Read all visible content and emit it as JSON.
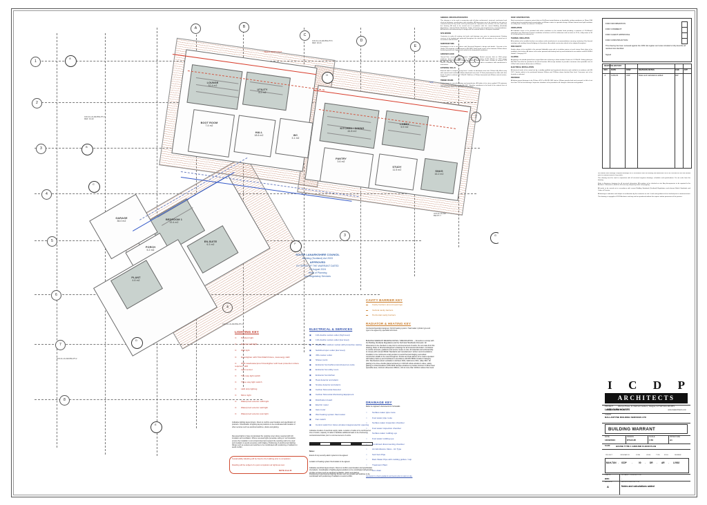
{
  "sheet": {
    "drawing_type": "architectural-ground-floor-plan",
    "paper_size": "A1"
  },
  "status_box": {
    "options": [
      "FOR INFORMATION",
      "FOR COMMENT",
      "FOR CLIENT APPROVAL",
      "FOR CONSTRUCTION"
    ],
    "cdm_note": "This drawing has been reviewed against the CDM risk register and notes included to fully describe all residual risks identified.",
    "signed_label": "Signed"
  },
  "revision_history": {
    "title": "REVISION HISTORY",
    "columns": [
      "REV",
      "DATE",
      "DRW",
      "REVISION NOTES",
      "CHK",
      "APP"
    ],
    "rows": [
      {
        "rev": "A",
        "date": "11/01/24",
        "drw": "CDP",
        "notes": "Notes and calculations added",
        "chk": "IDP",
        "app": ""
      }
    ]
  },
  "approval_stamp": {
    "line1": "SOUTH LANARKSHIRE COUNCIL",
    "line2": "Building (Scotland) Act 2003",
    "line3": "APPROVED",
    "line4": "IN TERMS OF THE WARRANT DATED",
    "line5": "13 August 2024",
    "line6": "Head of Planning",
    "line7": "and Regulatory Services"
  },
  "lighting_key": {
    "title": "LIGHTING KEY",
    "items": [
      "Pendant light",
      "Exterior wall light",
      "Wall light",
      "Downlighter with HALOGEN fixture, lowenergy LED",
      "IP65 rated/waterproof Downlighter with heat protection where required, LED",
      "Light sensor",
      "Two way light switch",
      "Three way light switch",
      "LED strip lighting",
      "Mirror light",
      "Waterproof exterior soffit light",
      "Waterproof exterior wall light",
      "Waterproof exterior post light"
    ],
    "note": "Indicative lighting layout shown. Client to confirm exact location and specification of products. Coordination of lighting layout positions to be coordinated with location of other services such as electrical switches, drains and glazing.",
    "note2": "Recessed lights to have incorporated fire resisting cover where required with loft insulation and ventilation. Where recessed lights penetrate ceiling or roof insulation, ensure the insulation is not compromised and support the resulting void to be used and insulation to avoid excessive cold bridging. Positioning of electrical and lighting fittings such as sockets and switches to be coordinated with positioning of radiators to avoid conflict."
  },
  "electrical_key": {
    "title": "ELECTRICAL & SERVICES",
    "items": [
      "13A double socket outlet (high level)",
      "13A double socket outlet (low level)",
      "Waterproof outdoor socket with protective casing",
      "Switched spur outlet (low level)",
      "45A cooker outlet",
      "Shaver point",
      "Extractor fan bathroom/enclosed en-suite",
      "Extractor fan utility room",
      "Extractor fan kitchen",
      "Heat detector and alarm",
      "Smoke detector and alarm",
      "Carbon Monoxide Detector",
      "Carbon Monoxide Monitoring Equipment",
      "Distribution board",
      "Electric meter",
      "Gas meter",
      "Wet heating system thermostat",
      "Fan switch",
      "Control switch for Velux window integral electric opening"
    ],
    "note": "Indicative location of electrical supply cable. Location of cable to be confirmed at time of works, capacity of cable to facilitate additional loads to be checked by contractor/electrician prior to commencement of works.",
    "note_heading": "Notes:",
    "note_list": [
      "Extent of any security alarm systems to be agreed.",
      "Location of heating system thermostats to be agreed.",
      "Indicative electrical layout shown. Client to confirm exact location and specification of products. Coordination of lighting layout positions to be coordinated with location of other services such as electrical ventilation, drains and glazing.",
      "Positioning of electrical and lighting fixtures such as sockets and switches to be coordinated with positioning of radiators to avoid conflict."
    ]
  },
  "cavity_barrier_key": {
    "title": "CAVITY BARRIER KEY",
    "items": [
      "Cavity barriers around openings",
      "Vertical cavity barriers",
      "Horizontal cavity barriers"
    ]
  },
  "radiator_key": {
    "title": "RADIATOR & HEATING KEY",
    "note": "Contractor/specialist designed, hybrid heating system. Heat loader cylinder type and type to be agreed by specialist and client."
  },
  "drainage_key": {
    "title": "DRAINAGE KEY",
    "subtitle": "Refer to engineer's documents for full details",
    "items": [
      "Surface water pipe route",
      "Foul water pipe route",
      "Surface water inspection chamber",
      "Foul water inspection chamber",
      "Surface water rodding eye",
      "Foul water rodding eye",
      "Combined disconnecting chamber",
      "Air Admittance Valve - A1 Type",
      "Soil Vent Pipe",
      "Rain Water Pipe with rodding gullies / rwp",
      "Treatment Plant",
      "Aco drain"
    ],
    "footer": "Contractor to check gradients and levels prior to start on site."
  },
  "sustainability_notes": {
    "line1": "Sustainability labelling will be fixed to the building prior to completion.",
    "line2": "Dwelling will be subject of a post completion air tightness test.",
    "ref": "NOTE 34 & 35"
  },
  "right_notes_col1": {
    "blocks": [
      {
        "heading": "GENERAL SPECIFICATION NOTES",
        "body": "This drawing is to be read in conjunction with all other architectural, structural, mechanical and electrical drawings, specifications and schedules. All dimensions are to be checked on site prior to commencement of any works and any discrepancies reported to the architect. Do not scale from this drawing. All work to be carried out in accordance with the current Building (Scotland) Regulations, relevant British Standards, Codes of Practice and manufacturers' recommendations. All materials and workmanship to comply with the relevant British or European Standard."
      },
      {
        "heading": "SITE WORKS",
        "body": "Contractor to verify all existing site levels and drainage runs prior to commencement. Existing services to be located and protected throughout the works. All excavations to be carried out in accordance with BS 6031."
      },
      {
        "heading": "SUBSTRUCTURE",
        "body": "Foundations to be in accordance with Structural Engineer's design and details. Concrete to be Grade C35 minimum, reinforcement to BS 4449. Damp proof course to be minimum 150mm above finished ground level, lapped and sealed to the damp proof membrane."
      },
      {
        "heading": "GROUND FLOOR",
        "body": "Ground floor construction to comprise 100mm power floated concrete slab on 1200 gauge polythene damp proof membrane on 150mm rigid insulation (0.022 W/mK) on 1200 gauge separating layer on 150mm compacted hardcore blinded with sand. U-value to achieve 0.15 W/m2K. Underfloor heating pipework to specialist design, laid in accordance with manufacturer's instructions."
      },
      {
        "heading": "EXTERNAL WALLS",
        "body": "External walls to comprise facing brick / render on blockwork outer leaf, 150mm fully filled cavity with mineral wool insulation, 140mm blockwork inner leaf, 12.5mm plasterboard on dabs with skim finish. U-value to achieve 0.17 W/m2K. Wall ties at 750mm horizontal and 450mm vertical centres, staggered."
      },
      {
        "heading": "TIMBER FRAME",
        "body": "Timber frame to specialist design and manufacture. All timber to be stress graded C16 minimum and treated in accordance with BS 8417. Breather membrane to be fixed to the external face of sheathing with 50mm laps, sealed at all junctions."
      }
    ]
  },
  "right_notes_col2": {
    "blocks": [
      {
        "heading": "ROOF CONSTRUCTION",
        "body": "Roof construction to comprise natural slate on 50x25mm treated battens on breathable sarking membrane on 18mm OSB sarking board on prefabricated trussed rafters at 600mm centres to specialist design. 400mm mineral wool quilt insulation at ceiling level. U-value to achieve 0.11 W/m2K."
      },
      {
        "heading": "VENTILATION",
        "body": "All habitable rooms to be provided with trickle ventilators to the window head providing a minimum of 12,000mm2 equivalent area. Mechanical extract ventilation to kitchens at 60 l/s, bathrooms and en-suites at 15 l/s, utility rooms at 30 l/s, all ducted direct to external air."
      },
      {
        "heading": "THERMAL INSULATION",
        "body": "All insulation to be installed strictly in accordance with manufacturer's recommendations ensuring continuity of the thermal envelope and avoiding thermal bridging at all junctions. Accredited construction details to be adopted throughout."
      },
      {
        "heading": "FIRE SAFETY",
        "body": "Smoke alarms to be installed in the principal habitable room and in circulation spaces at each storey. Heat alarm to be installed in the kitchen. All alarms to be mains powered with battery back-up and interlinked in accordance with BS 5839-6 Grade D Category LD2."
      },
      {
        "heading": "GLAZING",
        "body": "All glazing to be double glazed low-e argon filled units achieving a whole window U-value of 1.4 W/m2K. Safety glazing to BS 6206 Class A to be provided in all critical locations. All escape windows to provide a minimum clear openable area of 0.33m2 with minimum dimensions of 450mm."
      },
      {
        "heading": "ELECTRICAL INSTALLATION",
        "body": "All electrical works to be carried out by a suitably qualified and registered electrician and certified in accordance with BS 7671. Socket outlets to be positioned between 400mm and 1200mm above finished floor level. Consumer unit to be located as indicated."
      },
      {
        "heading": "DRAINAGE",
        "body": "All below ground drainage to be 110mm uPVC to BS EN 1401 laid on 100mm granular bed and surround, to falls of not less than 1:40 for foul drainage. Inspection chambers to be provided at all changes of direction and gradient."
      }
    ]
  },
  "right_notes_col3": {
    "intro": "Notes",
    "blocks": [
      {
        "heading": "",
        "body": "No minimal item drainage. Required drainage run in accordance with the drawing. All dimensions are to be checked on site and verified prior to commencement of any works."
      },
      {
        "heading": "",
        "body": "This drawing must be read in conjunction with all structural engineer drawings, schedules and specifications. Do not scale from this drawing."
      },
      {
        "heading": "",
        "body": "Refer to Engineers drawings for all structural information. All numbers to be checked on site. Any discrepancies to be reported to the Architect. Contractor to allow for all necessary temporary works and propping."
      },
      {
        "heading": "",
        "body": "All works to be carried out in accordance with current Building Standards (Scotland) Regulations and relevant British Standards and Codes of Practice."
      },
      {
        "heading": "",
        "body": "All drainage is indicative and subject to confirmation by the contractor on site. Levels and gradients to be checked prior to commencement."
      },
      {
        "heading": "",
        "body": "This drawing is copyright of ICDP Architects and may not be reproduced without the express written permission of the practice."
      }
    ]
  },
  "title_block": {
    "practice": {
      "letters": [
        "I",
        "C",
        "D",
        "P"
      ],
      "bar": "ARCHITECTS",
      "address": "Wemyss House, 11 Clairmont Gardens, Glasgow, G3 7LW",
      "phone": "0141 248 2874",
      "email": "info@icdparchitects.com",
      "web": "www.icdparchitects.com"
    },
    "project_label": "PROJECT",
    "project_value": "LAIRD FARM HOUSES",
    "client_label": "CLIENT",
    "client_value": "BALLANTYNE BUILDING SERVICES LTD",
    "warrant": "BUILDING WARRANT",
    "date_label": "DATE",
    "date_value": "13/02/2024",
    "drawn_label": "DRAWN",
    "drawn_value": "DTA/CJR",
    "scale_label": "SCALE",
    "scale_value": "1:50",
    "paper_label": "PAPER SIZE",
    "paper_value": "A1",
    "name_label": "NAME",
    "name_value": "HOUSE TYPE 1 GROUND FLOOR PLAN",
    "code_headers": [
      "PROJECT",
      "ORIGINATOR",
      "ZONE",
      "LEVEL",
      "TYPE",
      "ROLE",
      "NUMBER"
    ],
    "code_values": [
      "BAH-TUN",
      "ICDP",
      "-",
      "00",
      "-",
      "DR",
      "-",
      "AR",
      "-",
      "LV002"
    ],
    "status_label": "STATUS",
    "status_value": "BW1",
    "suitability_label": "SUITABILITY DESCRIPTION",
    "suitability_value": "-",
    "revision_label": "REVISION",
    "revision_value": "A",
    "revision_desc_label": "REVISION DESCRIPTION",
    "revision_desc_value": "Notes and calculations added"
  },
  "grid_refs_top": [
    "A",
    "B",
    "C",
    "D",
    "E",
    "F"
  ],
  "grid_refs_left": [
    "1",
    "2",
    "3",
    "4",
    "5",
    "6",
    "7",
    "8"
  ],
  "room_labels": [
    {
      "name": "LOUNGE",
      "area": "32.4 m2"
    },
    {
      "name": "KITCHEN / DINING",
      "area": "44.8 m2"
    },
    {
      "name": "UTILITY",
      "area": "8.2 m2"
    },
    {
      "name": "HALL",
      "area": "18.6 m2"
    },
    {
      "name": "WC",
      "area": "3.1 m2"
    },
    {
      "name": "STUDY",
      "area": "11.5 m2"
    },
    {
      "name": "SNUG",
      "area": "16.2 m2"
    },
    {
      "name": "BEDROOM 1",
      "area": "19.4 m2"
    },
    {
      "name": "EN-SUITE",
      "area": "6.3 m2"
    },
    {
      "name": "GARAGE",
      "area": "36.0 m2"
    },
    {
      "name": "PLANT",
      "area": "4.8 m2"
    },
    {
      "name": "PORCH",
      "area": "5.2 m2"
    },
    {
      "name": "PANTRY",
      "area": "3.6 m2"
    },
    {
      "name": "BOOT ROOM",
      "area": "7.4 m2"
    },
    {
      "name": "LOBBY",
      "area": "5.9 m2"
    }
  ],
  "scale_bar": {
    "label": "0      1      2      3      4      5 m"
  }
}
